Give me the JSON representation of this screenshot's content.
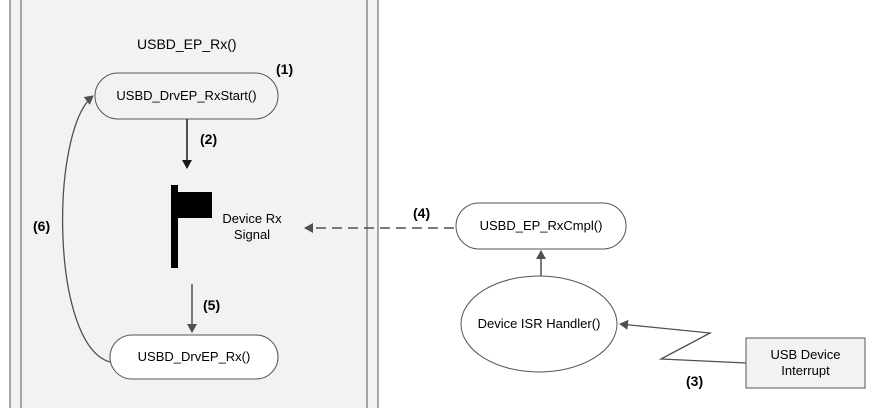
{
  "task_title": "USBD_EP_Rx()",
  "nodes": {
    "drv_rx_start": "USBD_DrvEP_RxStart()",
    "drv_rx": "USBD_DrvEP_Rx()",
    "ep_rx_cmpl": "USBD_EP_RxCmpl()",
    "isr_handler": "Device ISR Handler()",
    "usb_interrupt_line1": "USB Device",
    "usb_interrupt_line2": "Interrupt",
    "signal_line1": "Device Rx",
    "signal_line2": "Signal"
  },
  "steps": {
    "s1": "(1)",
    "s2": "(2)",
    "s3": "(3)",
    "s4": "(4)",
    "s5": "(5)",
    "s6": "(6)"
  }
}
